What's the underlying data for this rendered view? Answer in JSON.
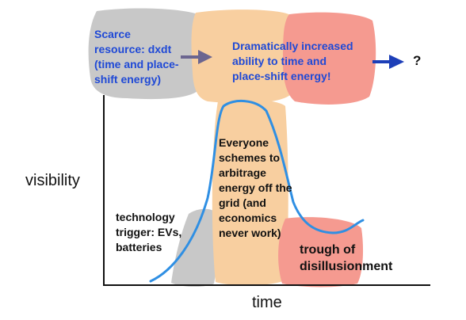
{
  "labels": {
    "scarce_resource": [
      "Scarce",
      "resource: dxdt",
      "(time and place-",
      "shift energy)"
    ],
    "increased_ability": [
      "Dramatically increased",
      "ability to time and",
      "place-shift energy!"
    ],
    "question_mark": "?",
    "everyone_schemes": [
      "Everyone",
      "schemes to",
      "arbitrage",
      "energy off the",
      "grid (and",
      "economics",
      "never work)"
    ],
    "technology_trigger": [
      "technology",
      "trigger: EVs,",
      "batteries"
    ],
    "trough": [
      "trough of",
      "disillusionment"
    ]
  },
  "axes": {
    "y_label": "visibility",
    "x_label": "time"
  },
  "colors": {
    "text_blue": "#1f49d6",
    "curve_blue": "#2f8fe3",
    "gray_blob": "#c8c8c8",
    "peach_blob": "#f8cfa0",
    "salmon_blob": "#f59a90",
    "arrow_gray": "#6b6590",
    "arrow_blue": "#1d3fb8",
    "axis": "#111111"
  }
}
